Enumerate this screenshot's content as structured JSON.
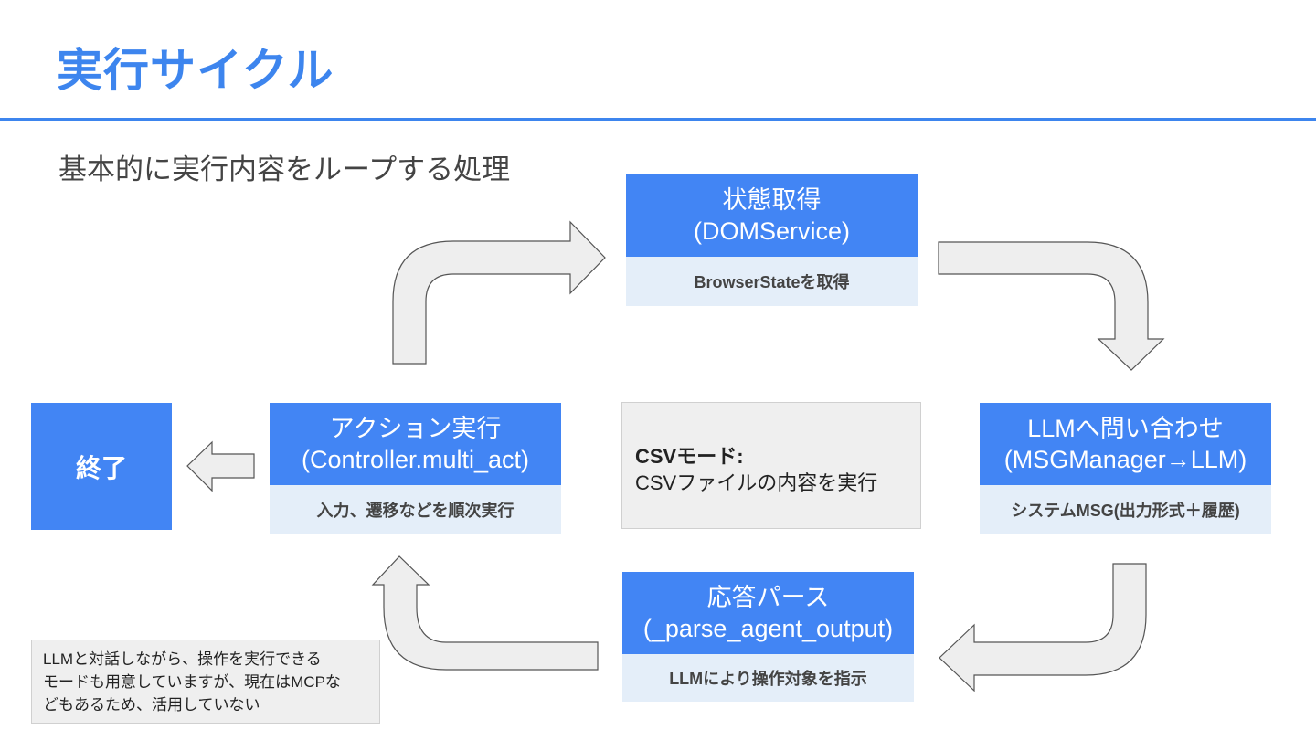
{
  "title": "実行サイクル",
  "subtitle": "基本的に実行内容をループする処理",
  "boxes": {
    "state": {
      "head_line1": "状態取得",
      "head_line2": "(DOMService)",
      "sub": "BrowserStateを取得"
    },
    "llm": {
      "head_line1": "LLMへ問い合わせ",
      "head_line2": "(MSGManager→LLM)",
      "sub": "システムMSG(出力形式＋履歴)"
    },
    "parse": {
      "head_line1": "応答パース",
      "head_line2": "(_parse_agent_output)",
      "sub": "LLMにより操作対象を指示"
    },
    "action": {
      "head_line1": "アクション実行",
      "head_line2": "(Controller.multi_act)",
      "sub": "入力、遷移などを順次実行"
    },
    "end": {
      "label": "終了"
    }
  },
  "csv_mode": {
    "title": "CSVモード:",
    "body": "CSVファイルの内容を実行"
  },
  "note": {
    "lines": [
      "LLMと対話しながら、操作を実行できる",
      "モードも用意していますが、現在はMCPな",
      "どもあるため、活用していない"
    ]
  },
  "colors": {
    "accent": "#3d85ee",
    "box_header": "#4285f4",
    "box_sub": "#e4eef9",
    "arrow_fill": "#eeeeee",
    "arrow_stroke": "#555555",
    "note_fill": "#efefef"
  },
  "icons": [
    "arrow-action-to-state-icon",
    "arrow-state-to-llm-icon",
    "arrow-llm-to-parse-icon",
    "arrow-parse-to-action-icon",
    "arrow-action-to-end-icon"
  ]
}
